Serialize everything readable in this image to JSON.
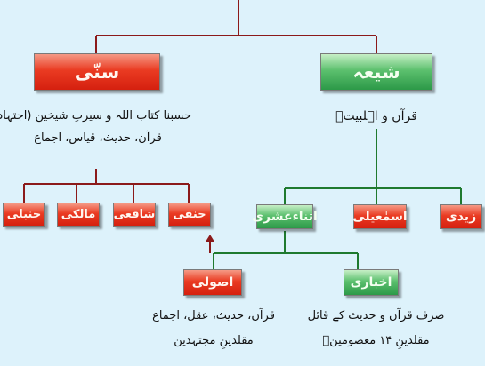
{
  "boxes": {
    "shia": "شیعہ",
    "sunni": "سنّی",
    "zaidi": "زیدی",
    "ismaili": "اسمٰعیلی",
    "ithna_ashari": "اثناءعشری",
    "hanafi": "حنفی",
    "shafii": "شافعی",
    "maliki": "مالکی",
    "hanbali": "حنبلی",
    "usuli": "اصولی",
    "akhbari": "اخباری"
  },
  "captions": {
    "shia_sources": "قرآن و اہلبیتؑ",
    "sunni_line1": "حسبنا کتاب اللہ و سیرتِ شیخین (اجتہاد)",
    "sunni_line2": "قرآن، حدیث، قیاس، اجماع",
    "usuli_line1": "قرآن، حدیث، عقل، اجماع",
    "usuli_line2": "مقلدینِ مجتہدین",
    "akhbari_line1": "صرف قرآن و حدیث کے قائل",
    "akhbari_line2": "مقلدینِ ۱۴ معصومینؑ"
  },
  "colors": {
    "background": "#ddf2fb",
    "sunni_red": "#e0301a",
    "shia_green": "#3aa554",
    "connector_red": "#8b1a1a",
    "connector_green": "#1f7a2f"
  }
}
